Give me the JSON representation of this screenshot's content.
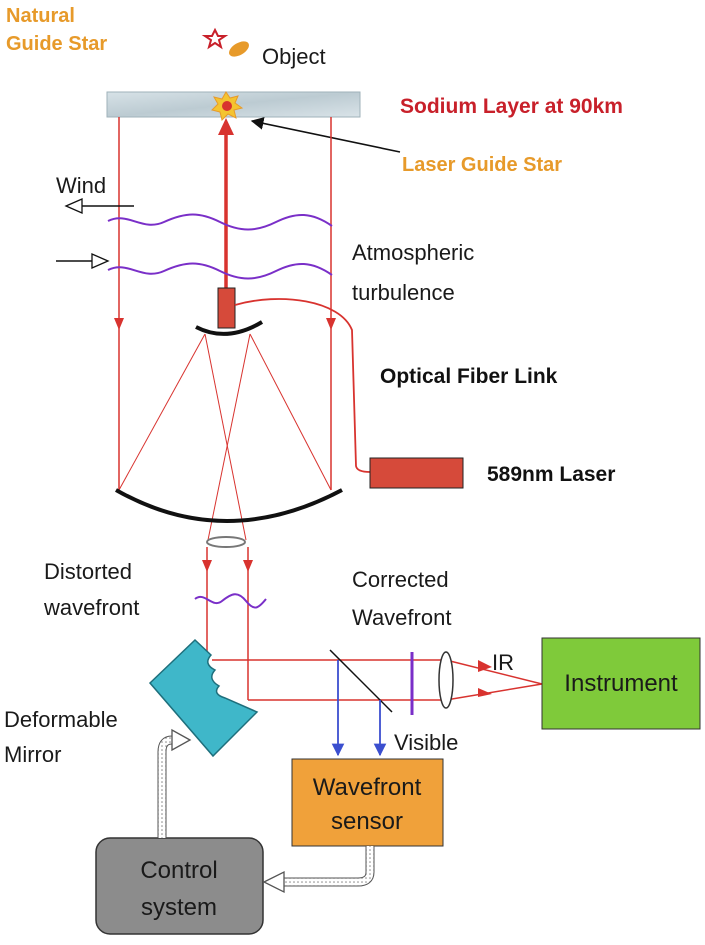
{
  "labels": {
    "natural_guide_star_line1": "Natural",
    "natural_guide_star_line2": "Guide Star",
    "object": "Object",
    "sodium_layer": "Sodium Layer at  90km",
    "laser_guide_star": "Laser Guide Star",
    "wind": "Wind",
    "atmospheric_line1": "Atmospheric",
    "atmospheric_line2": "turbulence",
    "optical_fiber_link": "Optical Fiber Link",
    "laser_589": "589nm Laser",
    "distorted_line1": "Distorted",
    "distorted_line2": "wavefront",
    "corrected_line1": "Corrected",
    "corrected_line2": "Wavefront",
    "ir": "IR",
    "visible": "Visible",
    "deformable_line1": "Deformable",
    "deformable_line2": "Mirror",
    "instrument": "Instrument",
    "wavefront_sensor_line1": "Wavefront",
    "wavefront_sensor_line2": "sensor",
    "control_line1": "Control",
    "control_line2": "system"
  },
  "colors": {
    "beam_red": "#d8332f",
    "orange_label": "#e79a2a",
    "red_label": "#c8202a",
    "purple_wave": "#7a2fc8",
    "blue_arrow": "#3b4fcf",
    "laser_box": "#d64a3a",
    "instrument_box": "#7fca3a",
    "sensor_box": "#f0a13a",
    "control_box": "#8c8c8c",
    "mirror": "#3fb7c9"
  }
}
